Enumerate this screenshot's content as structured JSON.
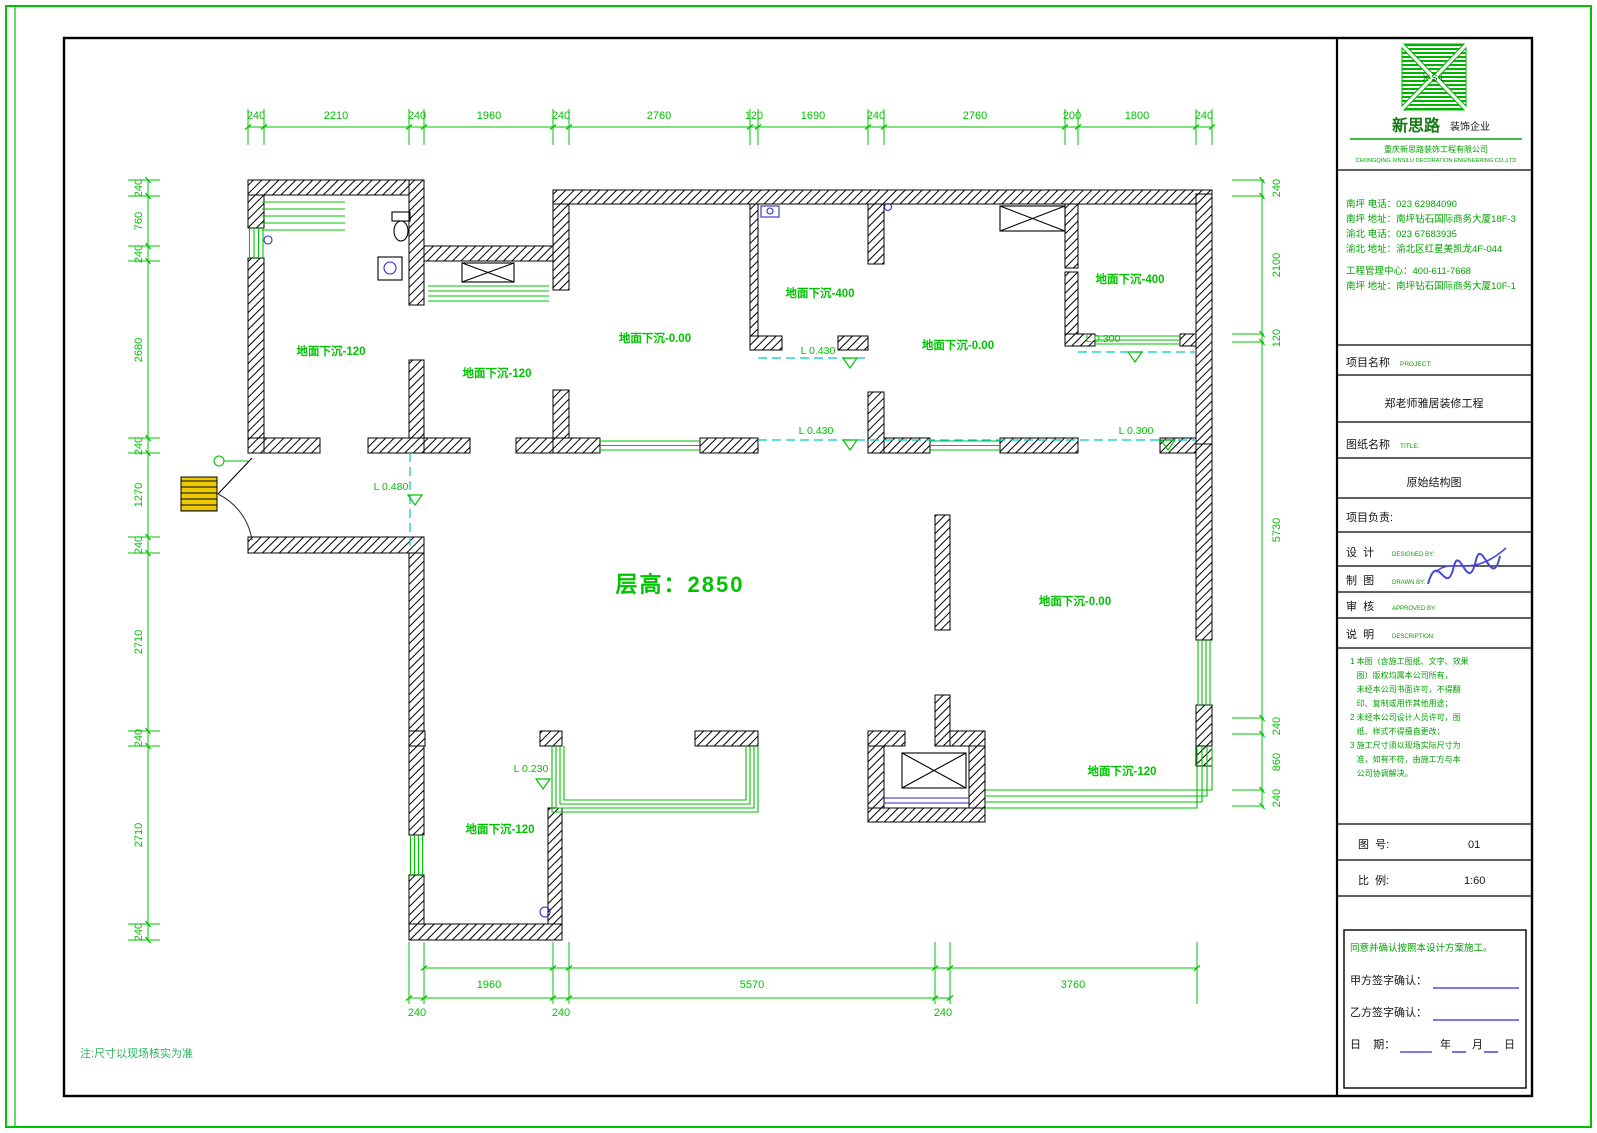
{
  "sheet": {
    "note": "注:尺寸以现场核实为准"
  },
  "plan": {
    "floor_height": "层高：2850",
    "rooms": [
      "地面下沉-120",
      "地面下沉-120",
      "地面下沉-0.00",
      "地面下沉-400",
      "地面下沉-0.00",
      "地面下沉-400",
      "地面下沉-0.00",
      "地面下沉-120",
      "地面下沉-120"
    ],
    "levels": [
      "L 0.430",
      "L 0.430",
      "L 0.300",
      "L 0.300",
      "L 0.480",
      "L 0.230"
    ],
    "dims": {
      "top": [
        "240",
        "2210",
        "240",
        "1960",
        "240",
        "2760",
        "120",
        "1690",
        "240",
        "2760",
        "200",
        "1800",
        "240"
      ],
      "left": [
        "240",
        "760",
        "240",
        "2680",
        "240",
        "1270",
        "240",
        "2710",
        "240",
        "2710",
        "240"
      ],
      "right": [
        "240",
        "2100",
        "120",
        "5730",
        "240",
        "860",
        "240"
      ],
      "bottom": [
        "1960",
        "5570",
        "3760"
      ],
      "bottom_inner": [
        "240",
        "240",
        "240"
      ]
    }
  },
  "title_block": {
    "logo_text": "X·S·L",
    "company_name": "新思路",
    "company_type": "装饰企业",
    "company_sub_cn": "重庆新思路装饰工程有限公司",
    "company_sub_en": "CHONGQING XINSILU DECORATION ENGINEERING CO.,LTD",
    "contacts": [
      "南坪 电话：023 62984090",
      "南坪 地址：南坪钻石国际商务大厦18F-3",
      "渝北 电话：023 67683935",
      "渝北 地址：渝北区红星美凯龙4F-044",
      "工程管理中心：400-611-7668",
      "南坪 地址：南坪钻石国际商务大厦10F-1"
    ],
    "project_label": "项目名称",
    "project_label_en": "PROJECT:",
    "project_name": "郑老师雅居装修工程",
    "sheet_label": "图纸名称",
    "sheet_label_en": "TITLE:",
    "sheet_name": "原始结构图",
    "manager_label": "项目负责:",
    "designed_label": "设  计",
    "designed_en": "DESIGNED BY:",
    "drawn_label": "制  图",
    "drawn_en": "DRAWN BY:",
    "approved_label": "审  核",
    "approved_en": "APPROVED BY:",
    "desc_label": "说  明",
    "desc_en": "DESCRIPTION:",
    "desc_lines": [
      "1 本图（含施工图纸、文字、效果",
      "   图）版权均属本公司所有，",
      "   未经本公司书面许可，不得翻",
      "   印、复制或用作其他用途；",
      "2 未经本公司设计人员许可，图",
      "   纸、样式不得擅自更改；",
      "3 施工尺寸须以现场实际尺寸为",
      "   准，如有不符，由施工方与本",
      "   公司协调解决。"
    ],
    "sheet_no_label": "图  号:",
    "sheet_no": "01",
    "scale_label": "比  例:",
    "scale": "1:60",
    "agreement": "同意并确认按照本设计方案施工。",
    "party_a": "甲方签字确认：",
    "party_b": "乙方签字确认：",
    "date_label": "日    期：",
    "date_year": "年",
    "date_month": "月",
    "date_day": "日"
  }
}
